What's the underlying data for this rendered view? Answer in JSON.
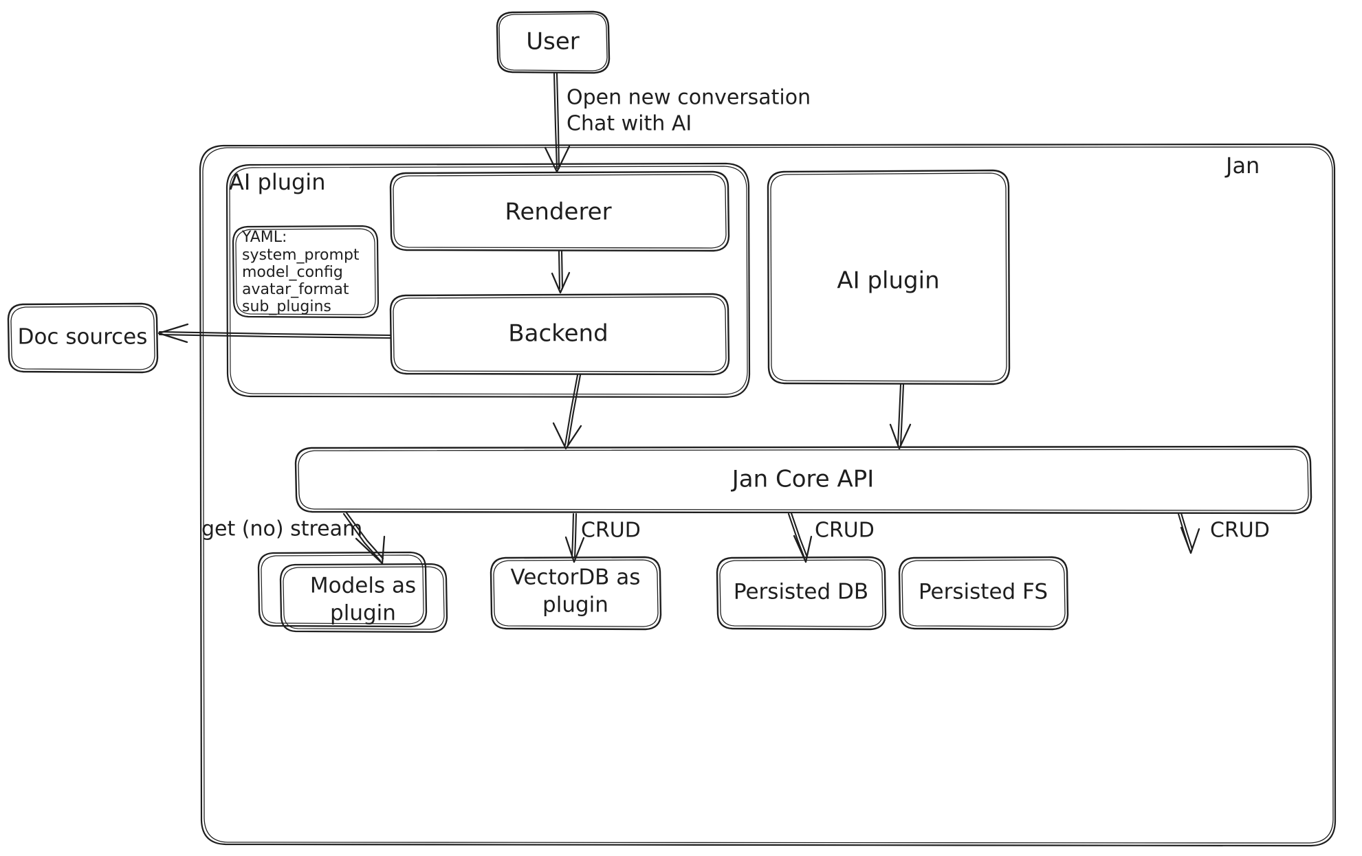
{
  "diagram": {
    "title": "Jan",
    "style": "hand-drawn",
    "stroke_color": "#1e1e1e",
    "background_color": "#ffffff",
    "nodes": {
      "user": {
        "label": "User"
      },
      "jan_container": {
        "label": "Jan"
      },
      "ai_plugin_group": {
        "label": "AI plugin"
      },
      "renderer": {
        "label": "Renderer"
      },
      "backend": {
        "label": "Backend"
      },
      "ai_plugin_box": {
        "label": "AI plugin"
      },
      "doc_sources": {
        "label": "Doc sources"
      },
      "jan_core_api": {
        "label": "Jan Core API"
      },
      "models_as_plugin": {
        "line1": "Models as",
        "line2": "plugin"
      },
      "vectordb_as_plugin": {
        "line1": "VectorDB as",
        "line2": "plugin"
      },
      "persisted_db": {
        "label": "Persisted DB"
      },
      "persisted_fs": {
        "label": "Persisted FS"
      }
    },
    "yaml_card": {
      "title": "YAML:",
      "items": [
        "system_prompt",
        "model_config",
        "avatar_format",
        "sub_plugins"
      ]
    },
    "edge_labels": {
      "user_to_renderer_line1": "Open new conversation",
      "user_to_renderer_line2": "Chat with AI",
      "api_to_models": "get (no) stream",
      "api_to_vectordb": "CRUD",
      "api_to_persisted_db": "CRUD",
      "api_to_persisted_fs": "CRUD"
    }
  }
}
